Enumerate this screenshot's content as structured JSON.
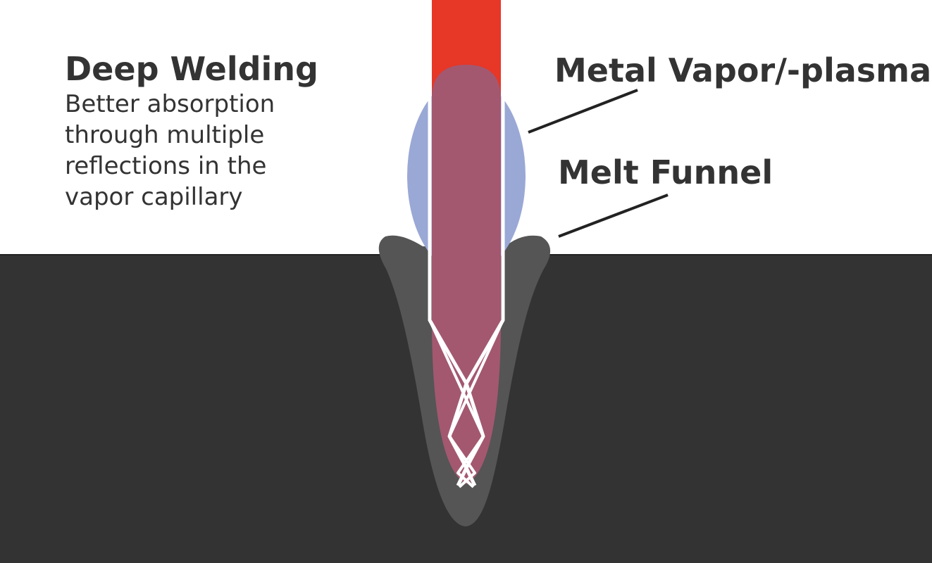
{
  "heading": "Deep Welding",
  "description_lines": [
    "Better absorption",
    "through multiple",
    "reflections in the",
    "vapor capillary"
  ],
  "labels": {
    "metal_vapor": "Metal Vapor/-plasma",
    "melt_funnel": "Melt Funnel"
  },
  "colors": {
    "background": "#ffffff",
    "workpiece": "#333333",
    "melt": "#555555",
    "laser_beam": "#e63727",
    "capillary": "#a35870",
    "vapor_plasma": "#9aa8d6",
    "reflections": "#ffffff",
    "text": "#333333"
  }
}
